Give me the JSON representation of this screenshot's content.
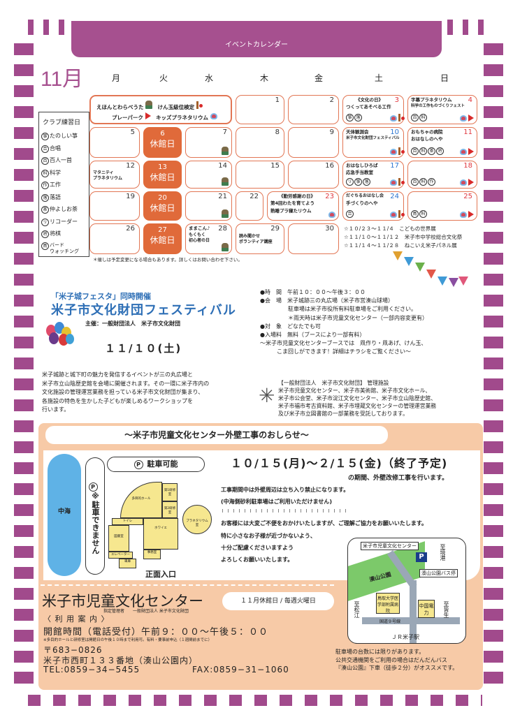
{
  "header": {
    "title": "イベントカレンダー",
    "month": "11月",
    "weekdays": [
      "月",
      "火",
      "水",
      "木",
      "金",
      "土",
      "日"
    ]
  },
  "calendar": {
    "intro": {
      "lines": [
        [
          "えほんとわらべうた",
          "けん玉級位検定"
        ],
        [
          "プレーパーク",
          "キッズプラネタリウム"
        ]
      ]
    },
    "closed_label": "休館日",
    "days": {
      "d1": "1",
      "d2": "2",
      "d3": "3",
      "d3_title": "《文化の日》",
      "d3_ev": "つくってあそべる工作",
      "d4": "4",
      "d4_ev1": "字幕プラネタリウム",
      "d4_ev2": "科学の工作ものづくりフェスト",
      "d5": "5",
      "d6": "6",
      "d7": "7",
      "d8": "8",
      "d9": "9",
      "d10": "10",
      "d10_ev1": "天体観測会",
      "d10_ev2": "米子市文化財団フェスティバル",
      "d11": "11",
      "d11_ev1": "おもちゃの病院",
      "d11_ev2": "おはなしのへや",
      "d12": "12",
      "d12_ev": "マタニティ\nプラネタリウム",
      "d13": "13",
      "d14": "14",
      "d15": "15",
      "d16": "16",
      "d17": "17",
      "d17_ev1": "おはなしひろば",
      "d17_ev2": "応急手当教室",
      "d18": "18",
      "d19": "19",
      "d20": "20",
      "d21": "21",
      "d22": "22",
      "d23": "23",
      "d23_title": "《勤労感謝の日》",
      "d23_ev1": "第4回わたを育てよう",
      "d23_ev2": "熟睡プラ寝たリウム",
      "d24": "24",
      "d24_ev1": "だぐちるおはなし会",
      "d24_ev2": "手づくりのへや",
      "d25": "25",
      "d26": "26",
      "d27": "27",
      "d28": "28",
      "d28_ev1": "ままこん♪",
      "d28_ev2": "もくもく\n初心者の日",
      "d29": "29",
      "d29_ev": "読み聞かせ\nボランティア講座",
      "d30": "30"
    },
    "clubs": {
      "d3": [
        "箏",
        "落"
      ],
      "d4": [
        "百",
        "科"
      ],
      "d11": [
        "百",
        "科",
        "茶",
        "将"
      ],
      "d17": [
        "リ",
        "箏",
        "落"
      ],
      "d18": [
        "百",
        "科",
        "作"
      ],
      "d24": [
        "合"
      ],
      "d25": [
        "鳥",
        "科"
      ]
    },
    "exhibits": [
      "☆１０/２３～１１/４　こどもの世界展",
      "☆１１/１０～１１/１２　米子市中学校総合文化祭",
      "☆１１/１４～１１/２８　ねこいえ米子パネル展"
    ],
    "note": "＊催しは予定変更になる場合もあります。詳しくはお問い合わせ下さい。"
  },
  "club_legend": {
    "title": "クラブ練習日",
    "items": [
      {
        "mark": "箏",
        "label": "たのしい箏"
      },
      {
        "mark": "合",
        "label": "合唱"
      },
      {
        "mark": "百",
        "label": "百人一首"
      },
      {
        "mark": "科",
        "label": "科学"
      },
      {
        "mark": "作",
        "label": "工作"
      },
      {
        "mark": "落",
        "label": "落語"
      },
      {
        "mark": "茶",
        "label": "仲よしお茶"
      },
      {
        "mark": "リ",
        "label": "リコーダー"
      },
      {
        "mark": "将",
        "label": "将棋"
      },
      {
        "mark": "鳥",
        "label": "バード\nウォッチング"
      }
    ]
  },
  "festival": {
    "pre": "「米子城フェスタ」同時開催",
    "title": "米子市文化財団フェスティバル",
    "host": "主催：一般財団法人　米子市文化財団",
    "date": "１１/１０(土)",
    "description": "米子城跡と城下町の魅力を発信するイベントが三の丸広場と\n米子市立山陰歴史館を会場に開催されます。その一環に米子市内の\n文化施設の管理運営業務を担っている米子市文化財団が集まり、\n各施設の特色を生かした子どもが楽しめるワークショップを\n行います。",
    "info": "●時　間　午前１０：００～午後３：００\n●会　場　米子城跡三の丸広場（米子市営湊山球場）\n　　　　　駐車場は米子市役所有料駐車場をご利用ください。\n　　　　　＊雨天時は米子市児童文化センター（一部内容変更有）\n●対　象　どなたでも可\n●入場料　無料（ブースにより一部有料）\n～米子市児童文化センターブースでは　凧作り・凧あげ、けん玉、\n　　　こま回しができます！詳細はチラシをご覧ください～",
    "management": "【一般財団法人　米子市文化財団】 管理施設\n米子市児童文化センター、米子市美術館、米子市文化ホール、\n米子市公会堂、米子市淀江文化センター、米子市立山陰歴史館、\n米子市福市考古資料館、米子市埋蔵文化センターの管理運営業務\n及び米子市立図書館の一部業務を受託しております。"
  },
  "notice": {
    "title": "～米子市児童文化センター外壁工事のおしらせ～",
    "period": "１０/１５(月)～２/１５(金)（終了予定)",
    "period_sub": "の期間、外壁改修工事を行います。",
    "lines": [
      "工事期間中は外壁周辺は立ち入り禁止になります。",
      "(中海側砂利駐車場はご利用いただけません)",
      "お客様には大変ご不便をおかけいたしますが、ご理解ご協力をお願いいたします。",
      "特に小さなお子様が近づかないよう、",
      "十分ご配慮くださいますよう",
      "よろしくお願いいたします。"
    ],
    "floorplan": {
      "sea": "中海",
      "no_parking": "※駐車できません",
      "p": "P",
      "parking_ok": "駐車可能",
      "entrance": "正面入口",
      "rooms": [
        "多目的ホール",
        "第1研修室",
        "第2研修室",
        "プラネタリウム室",
        "ホワイエ",
        "トイレ",
        "図書室",
        "エレベーター",
        "事務室",
        "車庫"
      ]
    },
    "map": {
      "center": "米子市児童文化センター",
      "bus": "湊山公園バス停",
      "park": "湊山公園",
      "hospital": "鳥取大学医学部附属病院",
      "power": "中国電力",
      "route": "国道９号線",
      "station": "ＪＲ米子駅",
      "to_sakai": "至境港",
      "to_matsue": "至松江",
      "to_kaike": "至皆生",
      "p": "P"
    }
  },
  "center": {
    "name": "米子市児童文化センター",
    "manager": "指定管理者　　一般財団法人 米子市文化財団",
    "closed": "１１月休館日 / 毎週火曜日",
    "guide": "〈 利 用 案 内 〉",
    "hours": "開館時間（電話受付）午前９：００～午後５：００",
    "hours_note": "※多目的ホールと研修室は開館日の午後１０時まで利用可。有料・要事前申込（１週間前までに）",
    "zip": "〒683−0826",
    "address": "米子市西町１３３番地（湊山公園内）",
    "tel": "TEL:0859−34−5455",
    "fax": "FAX:0859−31−1060",
    "parking_note": "駐車場の台数には限りがあります。\n公共交通機関をご利用の場合はだんだんバス\n『湊山公園』下車（徒歩２分）がオススメです。"
  },
  "colors": {
    "purple": "#a6508f",
    "orange": "#e06a3a",
    "peach": "#f7caa7",
    "blue": "#2e6fb6"
  }
}
